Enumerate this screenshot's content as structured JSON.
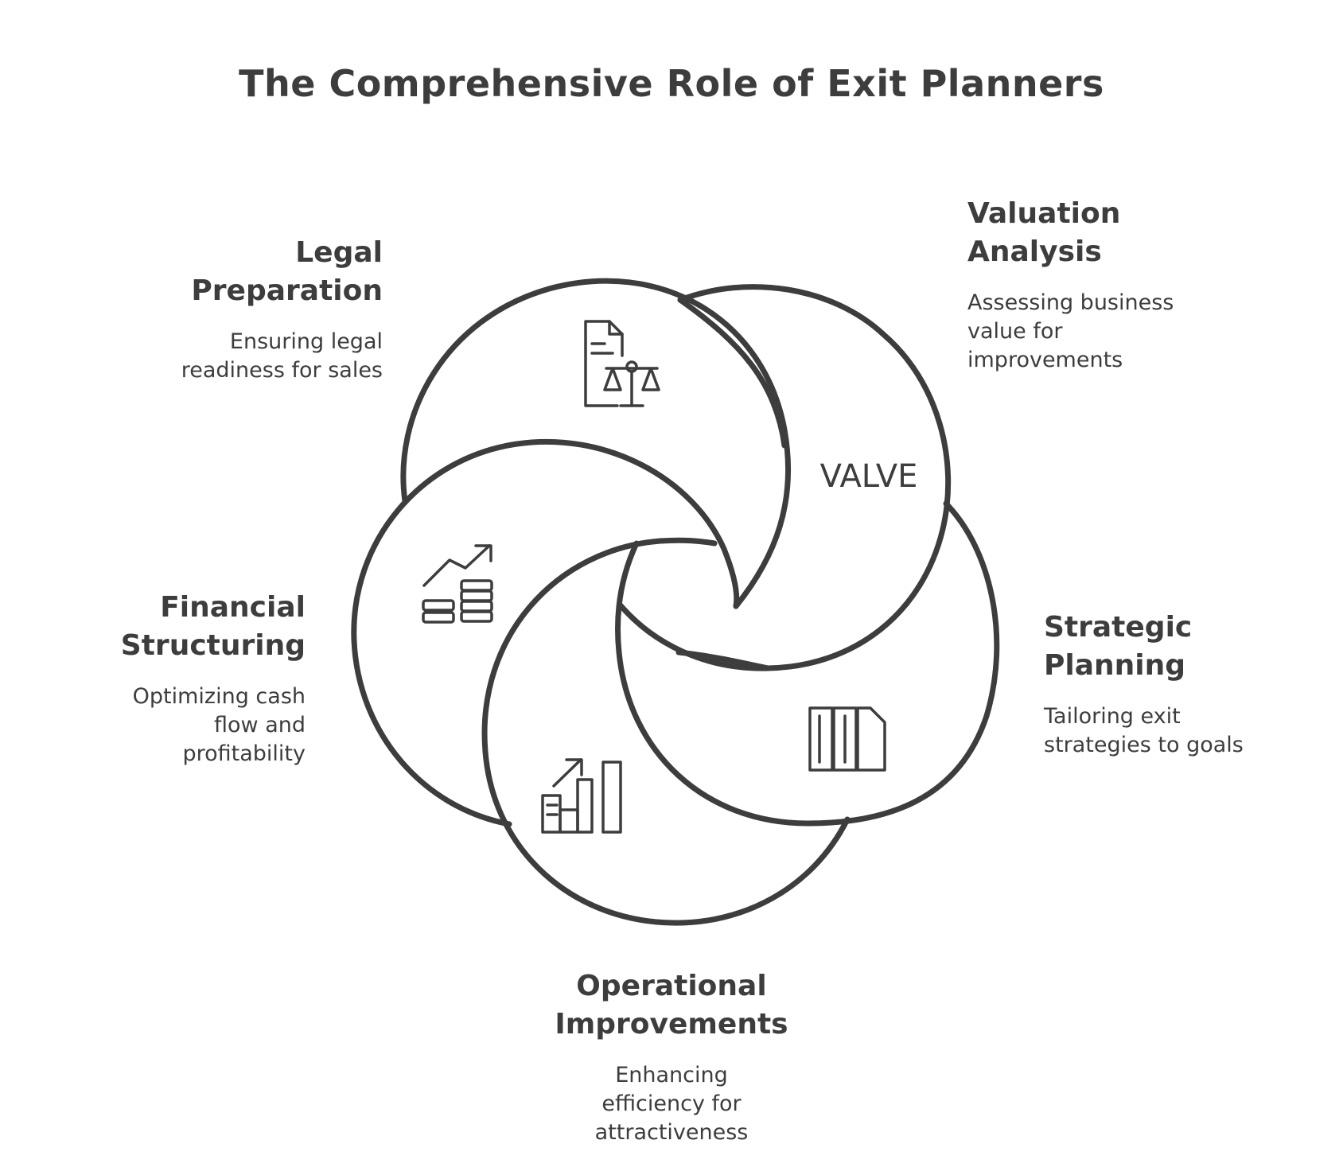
{
  "title": "The Comprehensive Role of Exit Planners",
  "colors": {
    "stroke": "#3d3d3d",
    "background": "#ffffff",
    "text": "#3d3d3d"
  },
  "icon_text": {
    "valuation": "VALVE"
  },
  "segments": [
    {
      "id": "legal",
      "title": "Legal\nPreparation",
      "description": "Ensuring legal\nreadiness for sales",
      "icon": "legal-document-scale-icon"
    },
    {
      "id": "valuation",
      "title": "Valuation\nAnalysis",
      "description": "Assessing business\nvalue for\nimprovements",
      "icon": "valuation-text-icon"
    },
    {
      "id": "financial",
      "title": "Financial\nStructuring",
      "description": "Optimizing cash\nflow and\nprofitability",
      "icon": "coins-growth-icon"
    },
    {
      "id": "strategic",
      "title": "Strategic\nPlanning",
      "description": "Tailoring exit\nstrategies to goals",
      "icon": "blueprint-panels-icon"
    },
    {
      "id": "operational",
      "title": "Operational\nImprovements",
      "description": "Enhancing\nefficiency for\nattractiveness",
      "icon": "bar-chart-growth-icon"
    }
  ]
}
